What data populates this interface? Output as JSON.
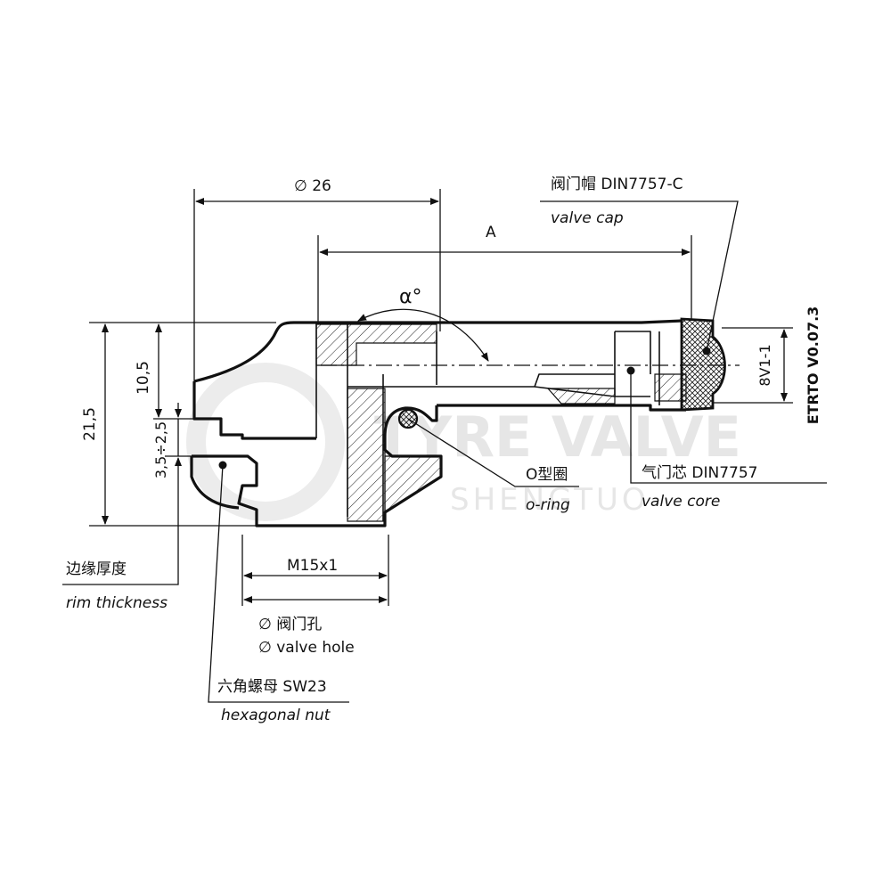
{
  "dimensions": {
    "dia26": "∅ 26",
    "A": "A",
    "alpha": "α°",
    "h215": "21,5",
    "h105": "10,5",
    "h35": "3,5÷2,5",
    "m15": "M15x1",
    "vhole_cn": "∅ 阀门孔",
    "vhole_en": "∅  valve hole",
    "etrto": "ETRTO V0.07.3",
    "thread": "8V1-1"
  },
  "callouts": {
    "cap_cn": "阀门帽 DIN7757-C",
    "cap_en": "valve cap",
    "oring_cn": "O型圈",
    "oring_en": "o-ring",
    "core_cn": "气门芯 DIN7757",
    "core_en": "valve core",
    "rim_cn": "边缘厚度",
    "rim_en": "rim thickness",
    "nut_cn": "六角螺母 SW23",
    "nut_en": "hexagonal nut"
  },
  "watermark": {
    "main": "TYRE VALVE",
    "sub": "SHENGTUO"
  }
}
